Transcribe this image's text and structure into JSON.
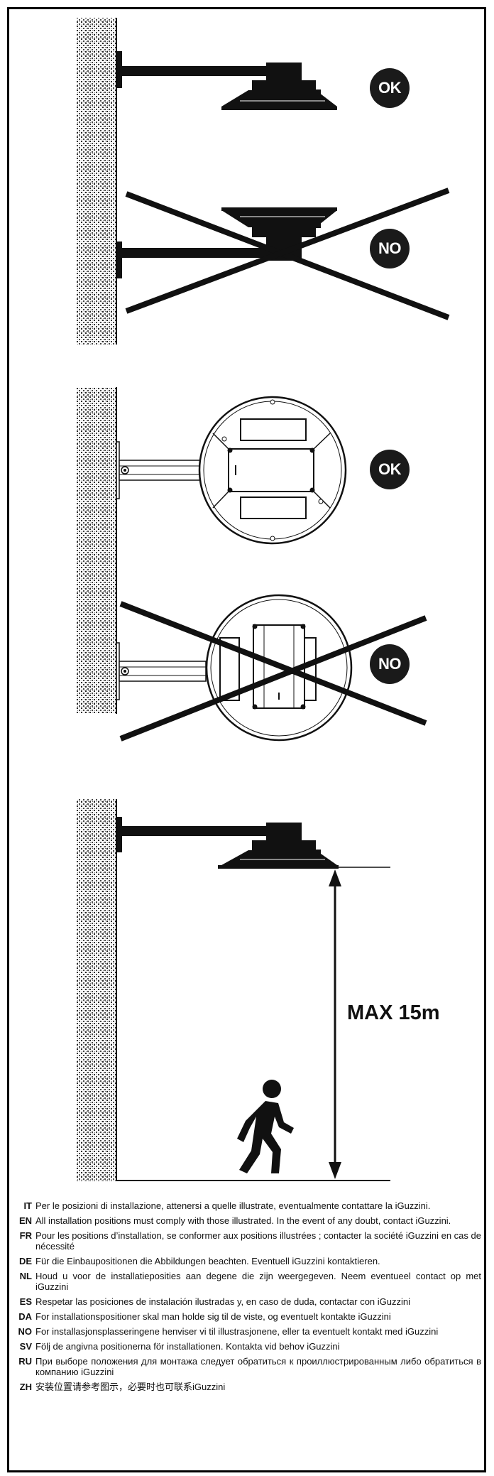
{
  "badges": {
    "ok": "OK",
    "no": "NO"
  },
  "height_label": "MAX 15m",
  "instructions": [
    {
      "code": "IT",
      "text": "Per le posizioni di installazione, attenersi a quelle illustrate, eventualmente contattare la iGuzzini."
    },
    {
      "code": "EN",
      "text": "All installation positions must comply with those illustrated. In the event of any doubt, contact iGuzzini."
    },
    {
      "code": "FR",
      "text": "Pour les positions d’installation, se conformer aux positions illustrées ; contacter la société iGuzzini en cas de nécessité"
    },
    {
      "code": "DE",
      "text": "Für die Einbaupositionen die Abbildungen beachten. Eventuell iGuzzini kontaktieren."
    },
    {
      "code": "NL",
      "text": "Houd u voor de installatieposities aan degene die zijn weergegeven. Neem eventueel contact op met iGuzzini"
    },
    {
      "code": "ES",
      "text": "Respetar las posiciones de instalación ilustradas y, en caso de duda, contactar con iGuzzini"
    },
    {
      "code": "DA",
      "text": "For installationspositioner skal man holde sig til de viste, og eventuelt kontakte iGuzzini"
    },
    {
      "code": "NO",
      "text": "For installasjonsplasseringene henviser vi til illustrasjonene, eller ta eventuelt kontakt med iGuzzini"
    },
    {
      "code": "SV",
      "text": "Följ de angivna positionerna för installationen. Kontakta vid behov iGuzzini"
    },
    {
      "code": "RU",
      "text": "При выборе положения для монтажа следует обратиться к проиллюстрированным либо обратиться в компанию iGuzzini"
    },
    {
      "code": "ZH",
      "text": "安装位置请参考图示，必要时也可联系iGuzzini"
    }
  ]
}
